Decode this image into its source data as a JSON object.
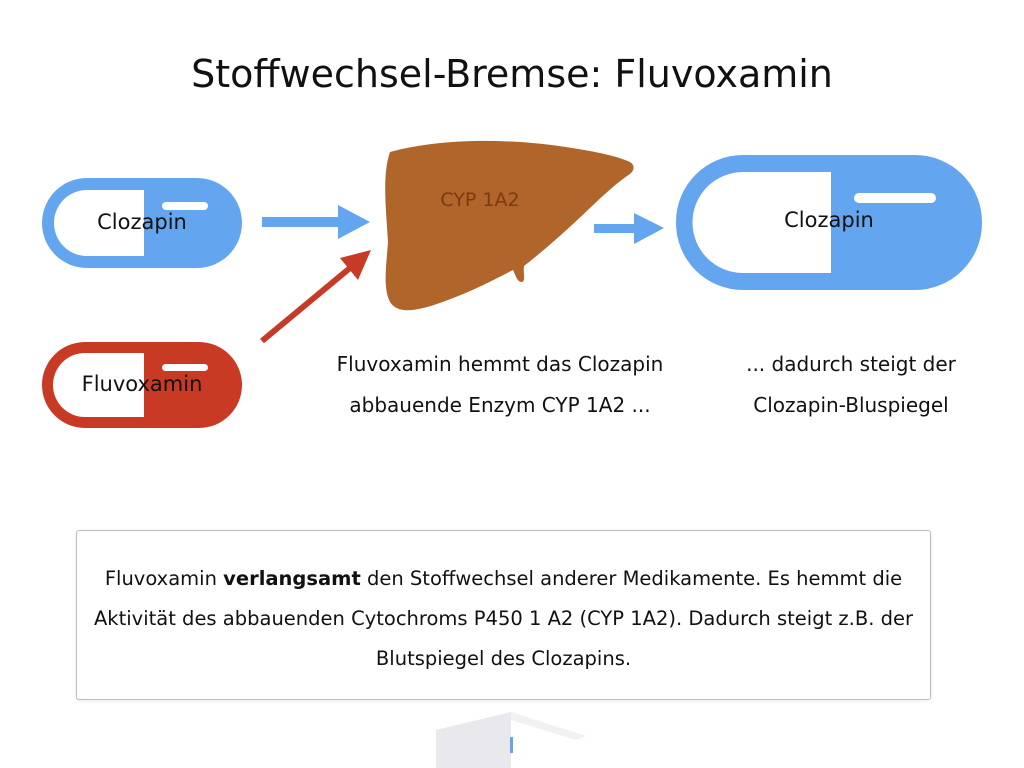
{
  "title": "Stoffwechsel-Bremse: Fluvoxamin",
  "diagram": {
    "clozapin_small": "Clozapin",
    "fluvoxamin_pill": "Fluvoxamin",
    "enzyme": "CYP 1A2",
    "clozapin_large": "Clozapin",
    "caption_middle": [
      "Fluvoxamin hemmt das Clozapin",
      "abbauende Enzym CYP 1A2 ..."
    ],
    "caption_right": [
      "... dadurch steigt der",
      "Clozapin-Bluspiegel"
    ]
  },
  "info": {
    "pre": "Fluvoxamin ",
    "bold": "verlangsamt",
    "post": " den Stoffwechsel anderer Medikamente. Es hemmt die Aktivität des abbauenden Cytochroms P450 1 A2 (CYP 1A2). Dadurch steigt z.B. der Blutspiegel des Clozapins."
  },
  "colors": {
    "blue": "#64a5f0",
    "red": "#c83a24",
    "liver": "#b0652a",
    "arrow_red": "#c73a26"
  }
}
